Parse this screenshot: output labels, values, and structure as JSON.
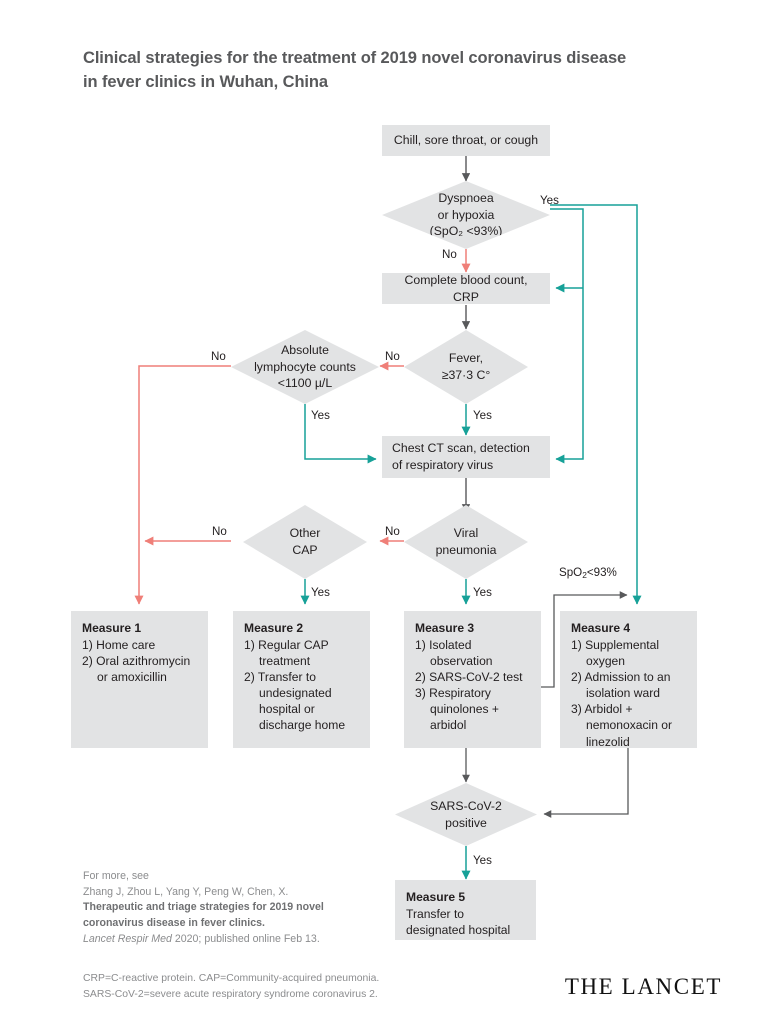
{
  "title": {
    "line1": "Clinical strategies for the treatment of 2019 novel coronavirus disease",
    "line2": "in fever clinics in Wuhan, China"
  },
  "colors": {
    "node_fill": "#e2e3e4",
    "arrow_gray": "#58595b",
    "arrow_red": "#ef7f78",
    "arrow_teal": "#17a198",
    "text": "#231f20",
    "muted": "#8b8c8e"
  },
  "chart_data": {
    "type": "flowchart",
    "title": "Clinical strategies for the treatment of 2019 novel coronavirus disease in fever clinics in Wuhan, China",
    "nodes": [
      {
        "id": "symptoms",
        "shape": "process",
        "text": "Chill, sore throat, or cough"
      },
      {
        "id": "dyspnoea",
        "shape": "decision",
        "text": "Dyspnoea or hypoxia (SpO₂ <93%)"
      },
      {
        "id": "cbc",
        "shape": "process",
        "text": "Complete blood count, CRP"
      },
      {
        "id": "fever",
        "shape": "decision",
        "text": "Fever, ≥37·3 C°"
      },
      {
        "id": "lymphocyte",
        "shape": "decision",
        "text": "Absolute lymphocyte counts <1100 µ/L"
      },
      {
        "id": "ct",
        "shape": "process",
        "text": "Chest CT scan, detection of respiratory virus"
      },
      {
        "id": "viral",
        "shape": "decision",
        "text": "Viral pneumonia"
      },
      {
        "id": "cap",
        "shape": "decision",
        "text": "Other CAP"
      },
      {
        "id": "sars",
        "shape": "decision",
        "text": "SARS-CoV-2 positive"
      },
      {
        "id": "m1",
        "shape": "measure",
        "text": "Measure 1"
      },
      {
        "id": "m2",
        "shape": "measure",
        "text": "Measure 2"
      },
      {
        "id": "m3",
        "shape": "measure",
        "text": "Measure 3"
      },
      {
        "id": "m4",
        "shape": "measure",
        "text": "Measure 4"
      },
      {
        "id": "m5",
        "shape": "measure",
        "text": "Measure 5"
      }
    ],
    "edges": [
      {
        "from": "symptoms",
        "to": "dyspnoea",
        "label": "",
        "color": "gray"
      },
      {
        "from": "dyspnoea",
        "to": "cbc",
        "label": "No",
        "color": "red"
      },
      {
        "from": "dyspnoea",
        "to": "ct",
        "label": "Yes",
        "color": "teal"
      },
      {
        "from": "dyspnoea",
        "to": "m4",
        "label": "Yes",
        "color": "teal"
      },
      {
        "from": "cbc",
        "to": "fever",
        "label": "",
        "color": "gray"
      },
      {
        "from": "fever",
        "to": "ct",
        "label": "Yes",
        "color": "teal"
      },
      {
        "from": "fever",
        "to": "lymphocyte",
        "label": "No",
        "color": "red"
      },
      {
        "from": "lymphocyte",
        "to": "ct",
        "label": "Yes",
        "color": "teal"
      },
      {
        "from": "lymphocyte",
        "to": "m1",
        "label": "No",
        "color": "red"
      },
      {
        "from": "ct",
        "to": "viral",
        "label": "",
        "color": "gray"
      },
      {
        "from": "viral",
        "to": "m3",
        "label": "Yes",
        "color": "teal"
      },
      {
        "from": "viral",
        "to": "cap",
        "label": "No",
        "color": "red"
      },
      {
        "from": "cap",
        "to": "m2",
        "label": "Yes",
        "color": "teal"
      },
      {
        "from": "cap",
        "to": "m1",
        "label": "No",
        "color": "red"
      },
      {
        "from": "m3",
        "to": "m4",
        "label": "SpO₂<93%",
        "color": "gray"
      },
      {
        "from": "m3",
        "to": "sars",
        "label": "",
        "color": "gray"
      },
      {
        "from": "m4",
        "to": "sars",
        "label": "",
        "color": "gray"
      },
      {
        "from": "sars",
        "to": "m5",
        "label": "Yes",
        "color": "teal"
      }
    ]
  },
  "nodes": {
    "symptoms": "Chill, sore throat, or cough",
    "dyspnoea": {
      "l1": "Dyspnoea",
      "l2": "or hypoxia",
      "l3": "(SpO₂ <93%)"
    },
    "cbc": "Complete blood count, CRP",
    "fever": {
      "l1": "Fever,",
      "l2": "≥37·3 C°"
    },
    "lymphocyte": {
      "l1": "Absolute",
      "l2": "lymphocyte counts",
      "l3": "<1100 µ/L"
    },
    "ct": {
      "l1": "Chest CT scan, detection",
      "l2": "of respiratory virus"
    },
    "viral": {
      "l1": "Viral",
      "l2": "pneumonia"
    },
    "cap": {
      "l1": "Other",
      "l2": "CAP"
    },
    "sars": {
      "l1": "SARS-CoV-2",
      "l2": "positive"
    }
  },
  "labels": {
    "no1": "No",
    "yes1": "Yes",
    "no_fever": "No",
    "yes_fever": "Yes",
    "no_lymph": "No",
    "yes_lymph": "Yes",
    "no_viral": "No",
    "yes_viral": "Yes",
    "no_cap": "No",
    "yes_cap": "Yes",
    "spo2": "SpO",
    "spo2_sub": "2",
    "spo2_rest": "<93%",
    "yes_sars": "Yes"
  },
  "measures": {
    "m1": {
      "title": "Measure 1",
      "items": [
        "1) Home care",
        "2) Oral azithromycin or amoxicillin"
      ]
    },
    "m2": {
      "title": "Measure 2",
      "items": [
        "1) Regular CAP treatment",
        "2) Transfer to undesignated hospital or discharge home"
      ]
    },
    "m3": {
      "title": "Measure 3",
      "items": [
        "1) Isolated observation",
        "2) SARS-CoV-2 test",
        "3) Respiratory quinolones + arbidol"
      ]
    },
    "m4": {
      "title": "Measure 4",
      "items": [
        "1) Supplemental oxygen",
        "2) Admission to an isolation ward",
        "3) Arbidol + nemonoxacin or linezolid"
      ]
    },
    "m5": {
      "title": "Measure 5",
      "items": [
        "Transfer to designated hospital"
      ]
    }
  },
  "citation": {
    "line1": "For more, see",
    "line2": "Zhang J, Zhou L, Yang Y, Peng W, Chen, X.",
    "bold1": "Therapeutic and triage strategies for 2019 novel",
    "bold2": "coronavirus disease in fever clinics.",
    "italic": "Lancet Respir Med",
    "italic_rest": " 2020; published online Feb 13."
  },
  "footnotes": {
    "line1": "CRP=C-reactive protein. CAP=Community-acquired pneumonia.",
    "line2": "SARS-CoV-2=severe acute respiratory syndrome coronavirus 2."
  },
  "brand": "THE LANCET"
}
